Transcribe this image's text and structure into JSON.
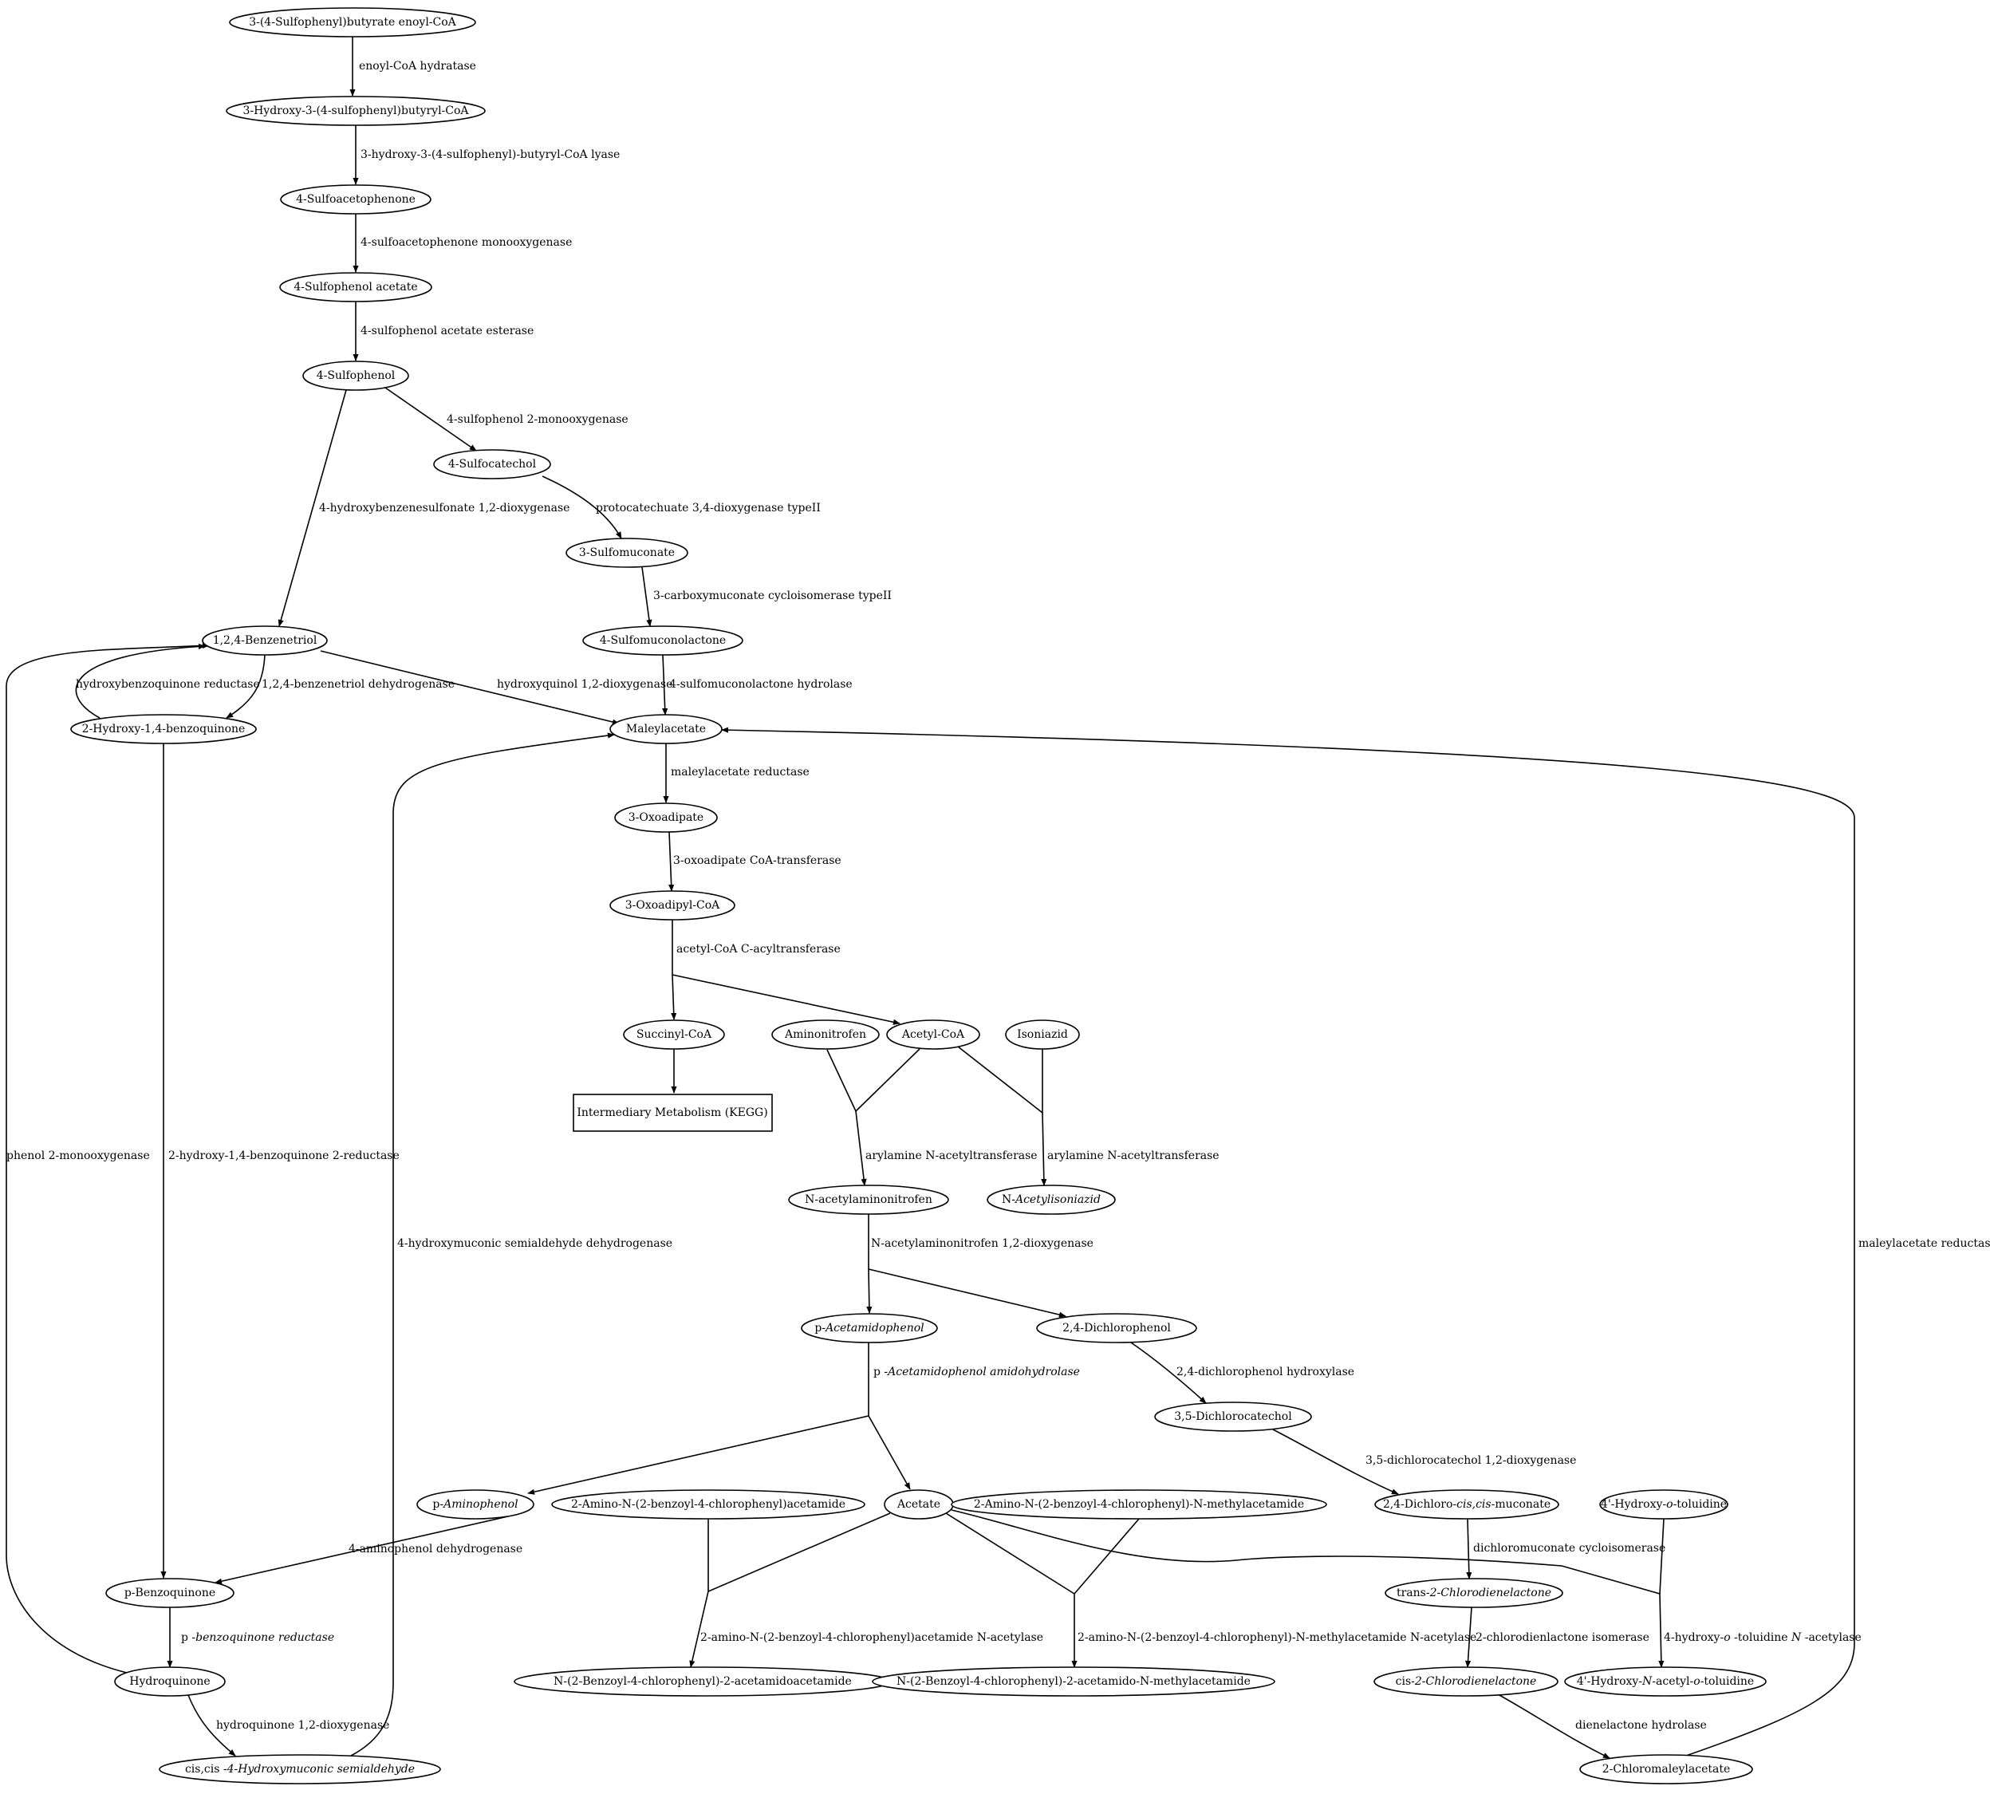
{
  "nodes": {
    "n1": [
      "3-(4-Sulfophenyl)butyrate enoyl-CoA"
    ],
    "n2": [
      "3-Hydroxy-3-(4-sulfophenyl)butyryl-CoA"
    ],
    "n3": [
      "4-Sulfoacetophenone"
    ],
    "n4": [
      "4-Sulfophenol acetate"
    ],
    "n5": [
      "4-Sulfophenol"
    ],
    "n6": [
      "4-Sulfocatechol"
    ],
    "n7": [
      "3-Sulfomuconate"
    ],
    "n8": [
      "4-Sulfomuconolactone"
    ],
    "n9": [
      "1,2,4-Benzenetriol"
    ],
    "n10": [
      "2-Hydroxy-1,4-benzoquinone"
    ],
    "n11": [
      "Maleylacetate"
    ],
    "n12": [
      "3-Oxoadipate"
    ],
    "n13": [
      "3-Oxoadipyl-CoA"
    ],
    "n14": [
      "Succinyl-CoA"
    ],
    "n15": [
      "Aminonitrofen"
    ],
    "n16": [
      "Acetyl-CoA"
    ],
    "n17": [
      "Isoniazid"
    ],
    "n18": [
      "Intermediary Metabolism (KEGG)"
    ],
    "n19": [
      "N-acetylaminonitrofen"
    ],
    "n20": [
      "N",
      "-Acetylisoniazid"
    ],
    "n21": [
      "p",
      "-Acetamidophenol"
    ],
    "n22": [
      "2,4-Dichlorophenol"
    ],
    "n23": [
      "3,5-Dichlorocatechol"
    ],
    "n24": [
      "p",
      "-Aminophenol"
    ],
    "n25": [
      "2-Amino-N-(2-benzoyl-4-chlorophenyl)acetamide"
    ],
    "n26": [
      "Acetate"
    ],
    "n27": [
      "2-Amino-N-(2-benzoyl-4-chlorophenyl)-N-methylacetamide"
    ],
    "n28": [
      "2,4-Dichloro-",
      "cis,cis",
      "-muconate"
    ],
    "n29": [
      "4'-Hydroxy-",
      "o",
      "-toluidine"
    ],
    "n30": [
      "p-Benzoquinone"
    ],
    "n31": [
      "trans",
      "-2-Chlorodienelactone"
    ],
    "n32": [
      "Hydroquinone"
    ],
    "n33": [
      "N-(2-Benzoyl-4-chlorophenyl)-2-acetamidoacetamide"
    ],
    "n34": [
      "N-(2-Benzoyl-4-chlorophenyl)-2-acetamido-N-methylacetamide"
    ],
    "n35": [
      "cis",
      "-2-Chlorodienelactone"
    ],
    "n36": [
      "4'-Hydroxy-",
      "N",
      "-acetyl-",
      "o",
      "-toluidine"
    ],
    "n37": [
      "cis,cis",
      " -4-Hydroxymuconic semialdehyde"
    ],
    "n38": [
      "2-Chloromaleylacetate"
    ]
  },
  "edges": {
    "e1": [
      "enoyl-CoA hydratase"
    ],
    "e2": [
      "3-hydroxy-3-(4-sulfophenyl)-butyryl-CoA lyase"
    ],
    "e3": [
      "4-sulfoacetophenone monooxygenase"
    ],
    "e4": [
      "4-sulfophenol acetate esterase"
    ],
    "e5": [
      "4-sulfophenol 2-monooxygenase"
    ],
    "e6": [
      "4-hydroxybenzenesulfonate 1,2-dioxygenase"
    ],
    "e7": [
      "protocatechuate 3,4-dioxygenase typeII"
    ],
    "e8": [
      "3-carboxymuconate cycloisomerase typeII"
    ],
    "e9": [
      "4-sulfomuconolactone hydrolase"
    ],
    "e10": [
      "hydroxyquinol 1,2-dioxygenase"
    ],
    "e11": [
      "1,2,4-benzenetriol dehydrogenase"
    ],
    "e12": [
      "hydroxybenzoquinone reductase"
    ],
    "e13": [
      "maleylacetate reductase"
    ],
    "e14": [
      "3-oxoadipate CoA-transferase"
    ],
    "e15": [
      "acetyl-CoA C-acyltransferase"
    ],
    "e16": [
      "arylamine N-acetyltransferase"
    ],
    "e17": [
      "arylamine N-acetyltransferase"
    ],
    "e18": [
      "N-acetylaminonitrofen 1,2-dioxygenase"
    ],
    "e19": [
      "p",
      " -Acetamidophenol amidohydrolase"
    ],
    "e20": [
      "2,4-dichlorophenol hydroxylase"
    ],
    "e21": [
      "3,5-dichlorocatechol 1,2-dioxygenase"
    ],
    "e22": [
      "4-aminophenol dehydrogenase"
    ],
    "e23": [
      "dichloromuconate cycloisomerase"
    ],
    "e24": [
      "2-chlorodienlactone isomerase"
    ],
    "e25": [
      "dienelactone hydrolase"
    ],
    "e26": [
      "maleylacetate reductase"
    ],
    "e27": [
      "2-hydroxy-1,4-benzoquinone 2-reductase"
    ],
    "e28": [
      "p",
      " -benzoquinone reductase"
    ],
    "e29": [
      "hydroquinone 1,2-dioxygenase"
    ],
    "e30": [
      "4-hydroxymuconic semialdehyde dehydrogenase"
    ],
    "e31": [
      "phenol 2-monooxygenase"
    ],
    "e32": [
      "2-amino-N-(2-benzoyl-4-chlorophenyl)acetamide N-acetylase"
    ],
    "e33": [
      "2-amino-N-(2-benzoyl-4-chlorophenyl)-N-methylacetamide N-acetylase"
    ],
    "e34": [
      "4-hydroxy-",
      "o",
      " -toluidine ",
      "N",
      " -acetylase"
    ]
  }
}
